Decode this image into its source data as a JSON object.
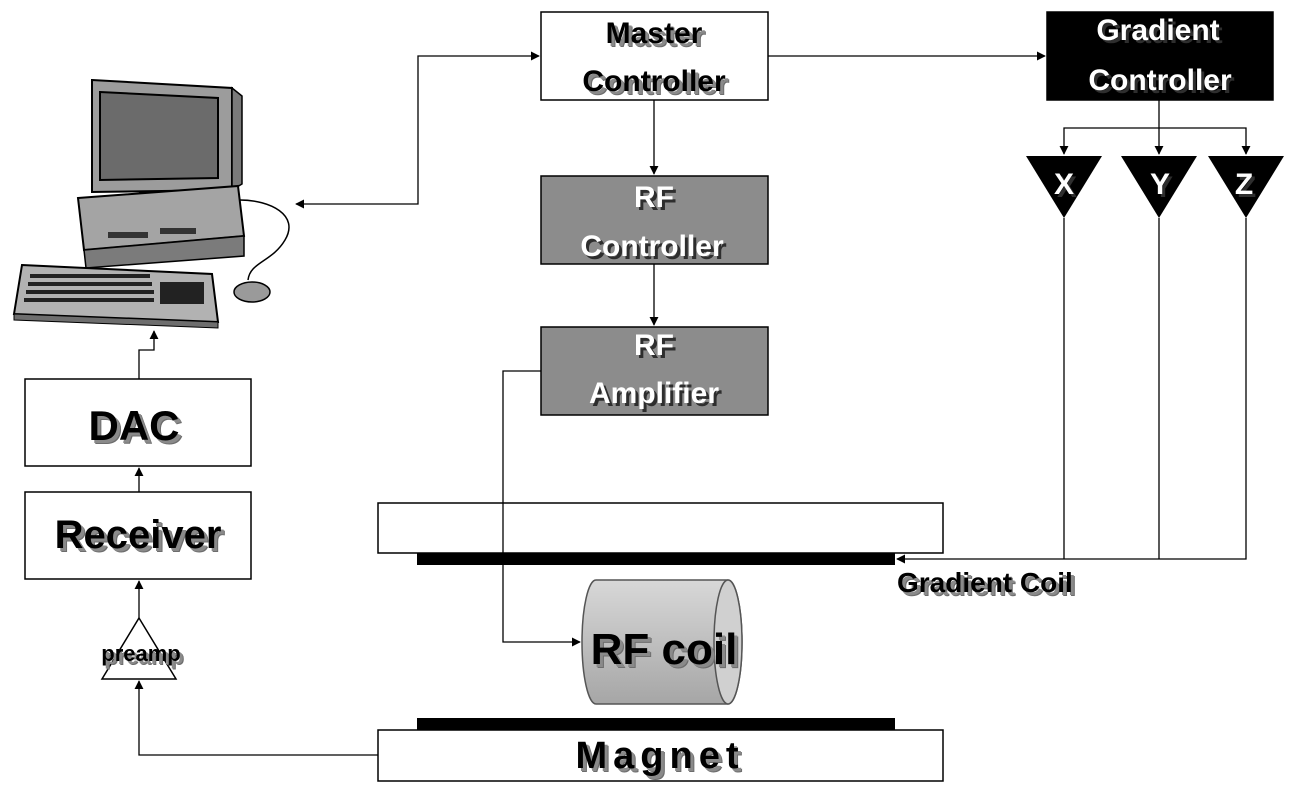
{
  "blocks": {
    "master": {
      "line1": "Master",
      "line2": "Controller"
    },
    "gradient": {
      "line1": "Gradient",
      "line2": "Controller"
    },
    "rf_controller": {
      "line1": "RF",
      "line2": "Controller"
    },
    "rf_amplifier": {
      "line1": "RF",
      "line2": "Amplifier"
    },
    "dac": "DAC",
    "receiver": "Receiver",
    "preamp": "preamp",
    "rf_coil": "RF coil",
    "gradient_coil": "Gradient Coil",
    "magnet": "Magnet"
  },
  "axes": [
    "X",
    "Y",
    "Z"
  ],
  "colors": {
    "gray_block": "#8c8c8c",
    "dark_block": "#000000",
    "coil_light": "#c4c4c4",
    "coil_dark": "#9a9a9a",
    "shadow": "#777777"
  },
  "icons": {
    "computer": "desktop-computer-icon"
  }
}
